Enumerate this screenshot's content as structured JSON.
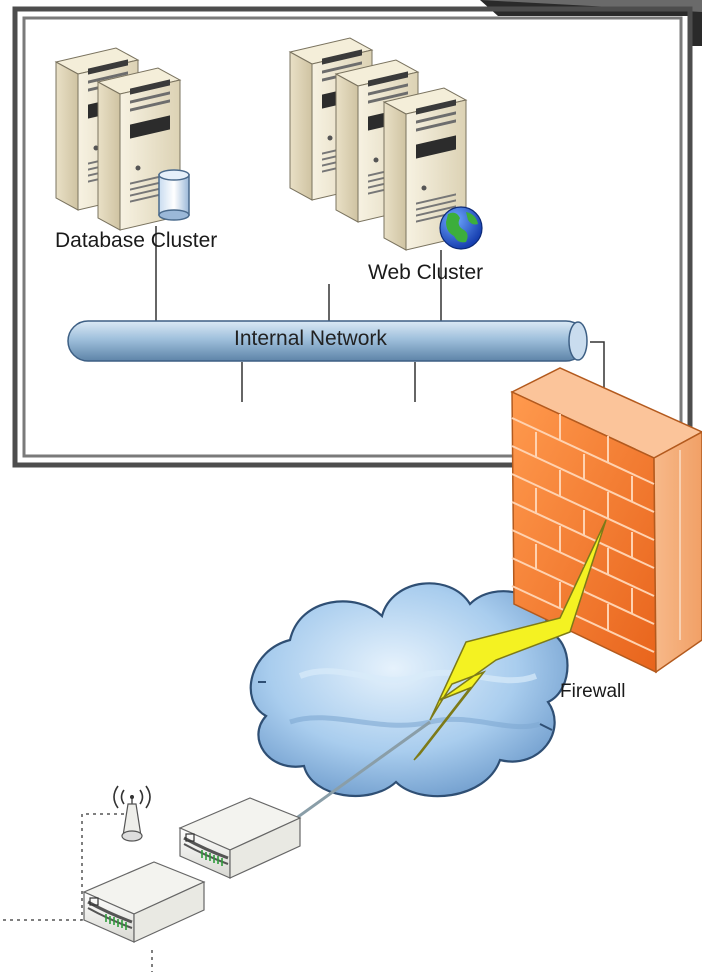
{
  "labels": {
    "database_cluster": "Database Cluster",
    "web_cluster": "Web Cluster",
    "internal_network": "Internal Network",
    "firewall": "Firewall"
  },
  "colors": {
    "frame": "#5a5a5a",
    "network_pipe": "#9fc0dc",
    "firewall": "#f07a2a",
    "cloud": "#9cc6ea",
    "lightning": "#f4f222",
    "server_body": "#ece4cc"
  },
  "icons": [
    "server-icon",
    "database-icon",
    "globe-icon",
    "firewall-icon",
    "cloud-icon",
    "lightning-icon",
    "router-icon",
    "wireless-icon",
    "modem-icon"
  ]
}
